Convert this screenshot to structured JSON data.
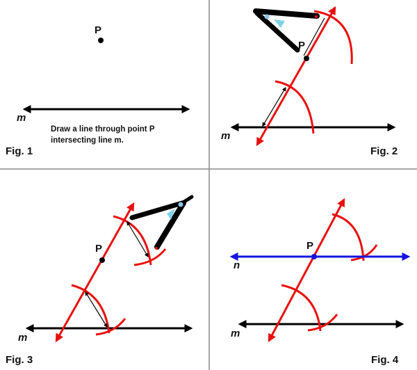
{
  "colors": {
    "line": "#000000",
    "construction": "#e8100e",
    "parallel": "#1414e0",
    "divider": "#888888"
  },
  "fig1": {
    "label": "Fig. 1",
    "point": "P",
    "line": "m",
    "instruction_1": "Draw a line through point P",
    "instruction_2": "intersecting line m."
  },
  "fig2": {
    "label": "Fig. 2",
    "point": "P",
    "line": "m"
  },
  "fig3": {
    "label": "Fig. 3",
    "point": "P",
    "line": "m"
  },
  "fig4": {
    "label": "Fig. 4",
    "point": "P",
    "line": "m",
    "parallel_line": "n"
  }
}
